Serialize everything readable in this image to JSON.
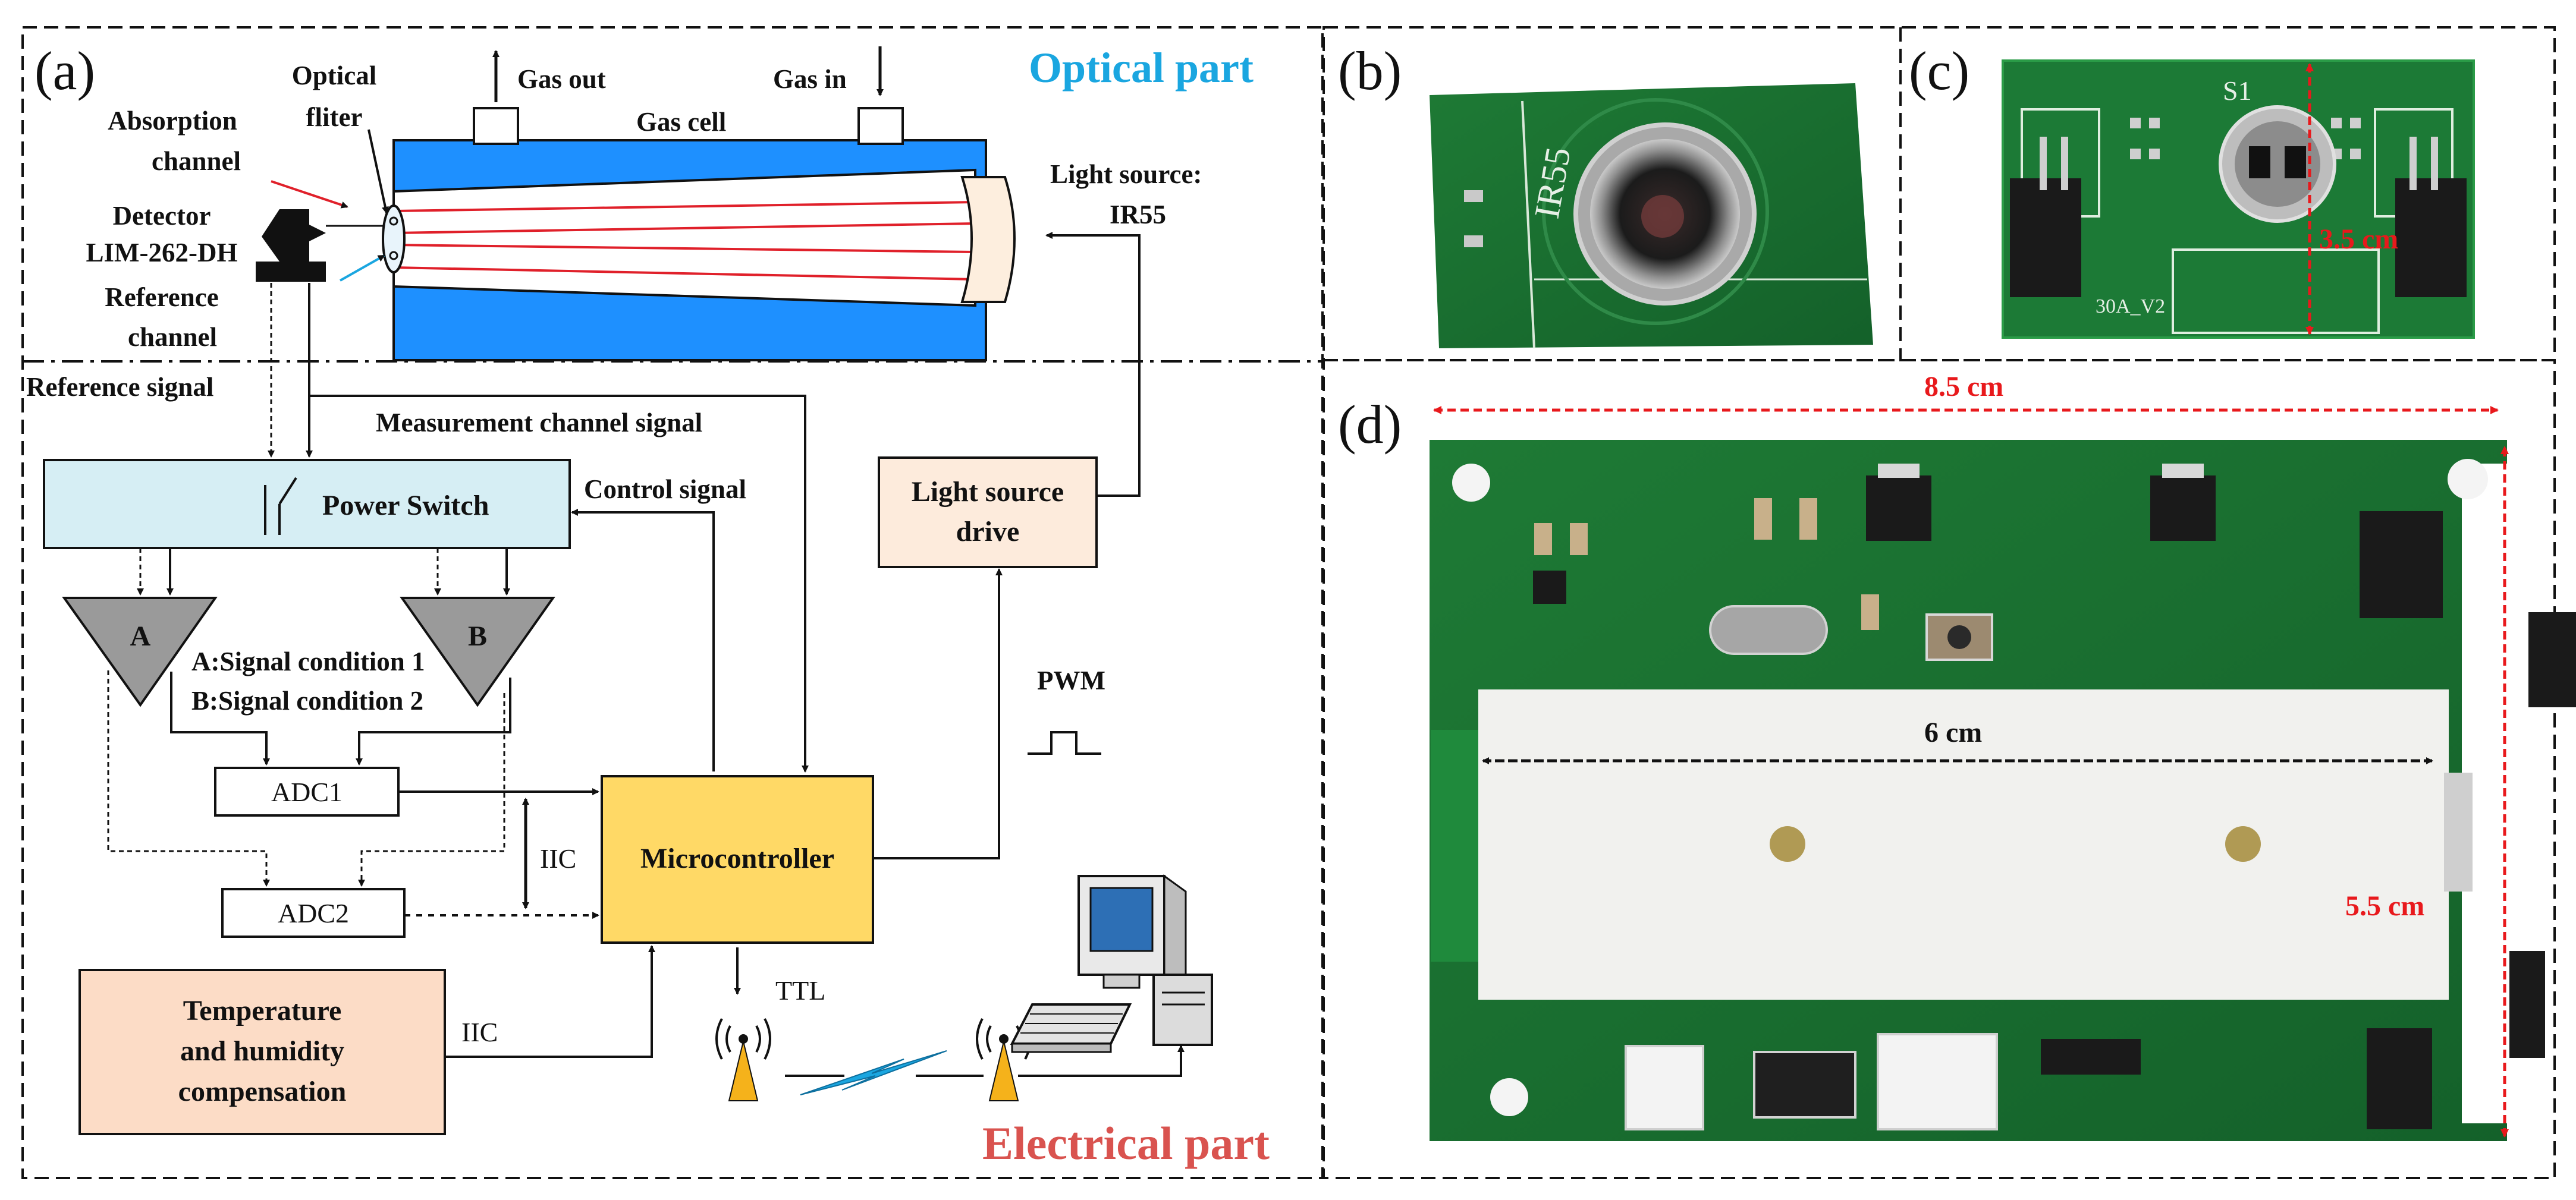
{
  "panels": {
    "a": {
      "letter": "(a)"
    },
    "b": {
      "letter": "(b)"
    },
    "c": {
      "letter": "(c)"
    },
    "d": {
      "letter": "(d)"
    }
  },
  "sections": {
    "optical": {
      "title": "Optical part",
      "color": "#1aa6e0"
    },
    "electrical": {
      "title": "Electrical part",
      "color": "#d9534f"
    }
  },
  "optical": {
    "optical_filter": [
      "Optical",
      "fliter"
    ],
    "gas_out": "Gas out",
    "gas_in": "Gas in",
    "gas_cell": "Gas cell",
    "absorption_channel": [
      "Absorption",
      "channel"
    ],
    "detector": [
      "Detector",
      "LIM-262-DH"
    ],
    "reference_channel": [
      "Reference",
      "channel"
    ],
    "light_source": [
      "Light source:",
      "IR55"
    ]
  },
  "electrical": {
    "reference_signal": "Reference signal",
    "measurement_signal": "Measurement channel signal",
    "control_signal": "Control signal",
    "power_switch": "Power Switch",
    "light_source_drive": [
      "Light source",
      "drive"
    ],
    "amp_a": "A",
    "amp_b": "B",
    "amp_legend": [
      "A:Signal condition 1",
      "B:Signal condition 2"
    ],
    "adc1": "ADC1",
    "adc2": "ADC2",
    "iic_bus": "IIC",
    "microcontroller": "Microcontroller",
    "pwm": "PWM",
    "ttl": "TTL",
    "temp_comp": [
      "Temperature",
      "and humidity",
      "compensation"
    ],
    "iic_temp": "IIC"
  },
  "photos": {
    "b": {
      "silkscreen": "IR55"
    },
    "c": {
      "silkscreen_s1": "S1",
      "silkscreen_code": "30A_V2",
      "dim_height": "3.5 cm"
    },
    "d": {
      "dim_width": "8.5 cm",
      "dim_inner": "6 cm",
      "dim_height": "5.5 cm"
    }
  },
  "colors": {
    "gas_cell": "#1e90ff",
    "beam": "#e0202a",
    "power_switch_fill": "#d6eef4",
    "drive_fill": "#fdebdc",
    "temp_fill": "#fcdcc6",
    "micro_fill": "#ffd966",
    "amp_fill": "#9a9a9a",
    "dimension_red": "#e8191c"
  }
}
